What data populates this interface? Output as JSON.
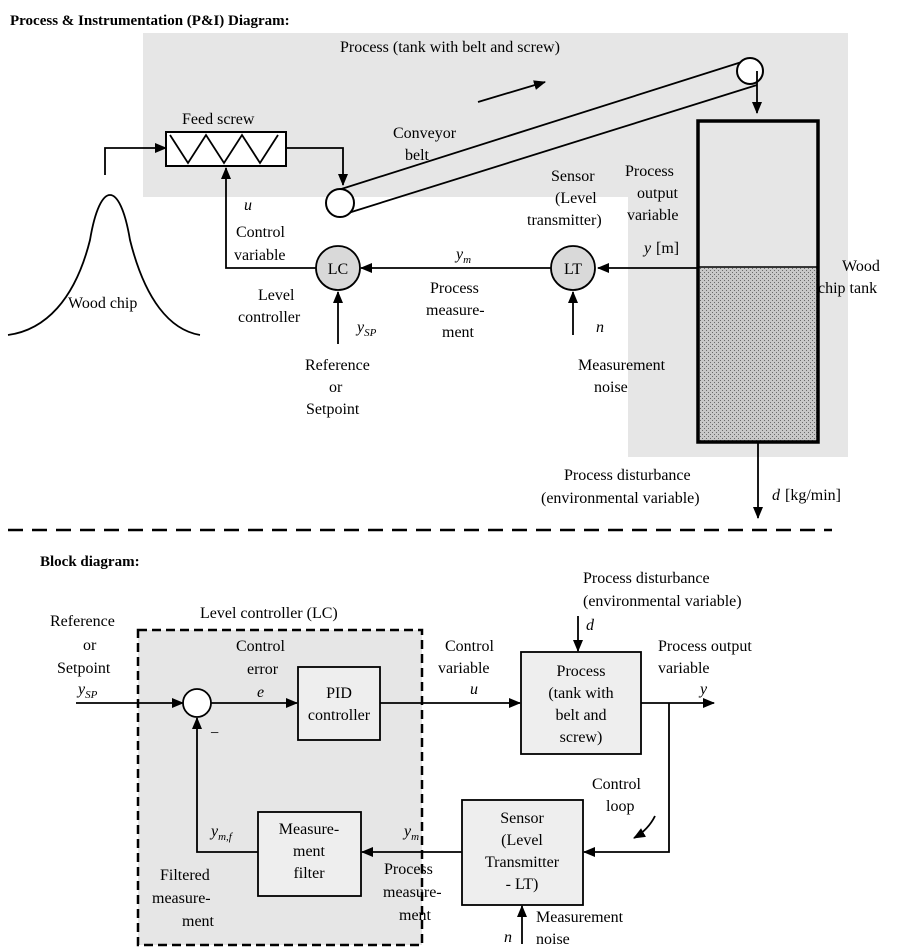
{
  "pid": {
    "heading": "Process & Instrumentation (P&I) Diagram:",
    "process_area": "Process (tank with belt and screw)",
    "feed_screw": "Feed screw",
    "conveyor": [
      "Conveyor",
      "belt"
    ],
    "u": "u",
    "control_variable": [
      "Control",
      "variable"
    ],
    "lc": "LC",
    "lt": "LT",
    "ym": "y",
    "ym_sub": "m",
    "process_measurement": [
      "Process",
      "measure-",
      "ment"
    ],
    "sensor": [
      "Sensor",
      "(Level",
      "transmitter)"
    ],
    "process_output": [
      "Process",
      "output",
      "variable"
    ],
    "y_label": "y",
    "y_unit": "[m]",
    "wood_chip_tank": [
      "Wood",
      "chip tank"
    ],
    "wood_chip": "Wood chip",
    "level_controller": [
      "Level",
      "controller"
    ],
    "ysp": "y",
    "ysp_sub": "SP",
    "reference": [
      "Reference",
      "or",
      "Setpoint"
    ],
    "n": "n",
    "measurement_noise": [
      "Measurement",
      "noise"
    ],
    "disturbance": [
      "Process disturbance",
      "(environmental variable)"
    ],
    "d": "d",
    "d_unit": "[kg/min]"
  },
  "block": {
    "heading": "Block diagram:",
    "reference": [
      "Reference",
      "or",
      "Setpoint"
    ],
    "ysp": "y",
    "ysp_sub": "SP",
    "lc_title": "Level controller (LC)",
    "control_error": [
      "Control",
      "error"
    ],
    "e": "e",
    "minus": "−",
    "pid": [
      "PID",
      "controller"
    ],
    "control_variable": [
      "Control",
      "variable"
    ],
    "u": "u",
    "disturbance": [
      "Process disturbance",
      "(environmental variable)"
    ],
    "d": "d",
    "process": [
      "Process",
      "(tank with",
      "belt and",
      "screw)"
    ],
    "process_output": [
      "Process output",
      "variable"
    ],
    "y": "y",
    "control_loop": [
      "Control",
      "loop"
    ],
    "sensor": [
      "Sensor",
      "(Level",
      "Transmitter",
      "- LT)"
    ],
    "ym": "y",
    "ym_sub": "m",
    "process_measurement": [
      "Process",
      "measure-",
      "ment"
    ],
    "filter": [
      "Measure-",
      "ment",
      "filter"
    ],
    "ymf": "y",
    "ymf_sub": "m,f",
    "filtered": [
      "Filtered",
      "measure-",
      "ment"
    ],
    "n": "n",
    "measurement_noise": [
      "Measurement",
      "noise"
    ]
  },
  "colors": {
    "process_area": "#e6e6e6",
    "lc_area": "#e6e6e6",
    "tank_fill": "#bdbdbd",
    "circle_fill": "#d9d9d9",
    "block_fill": "#eeeeee"
  }
}
